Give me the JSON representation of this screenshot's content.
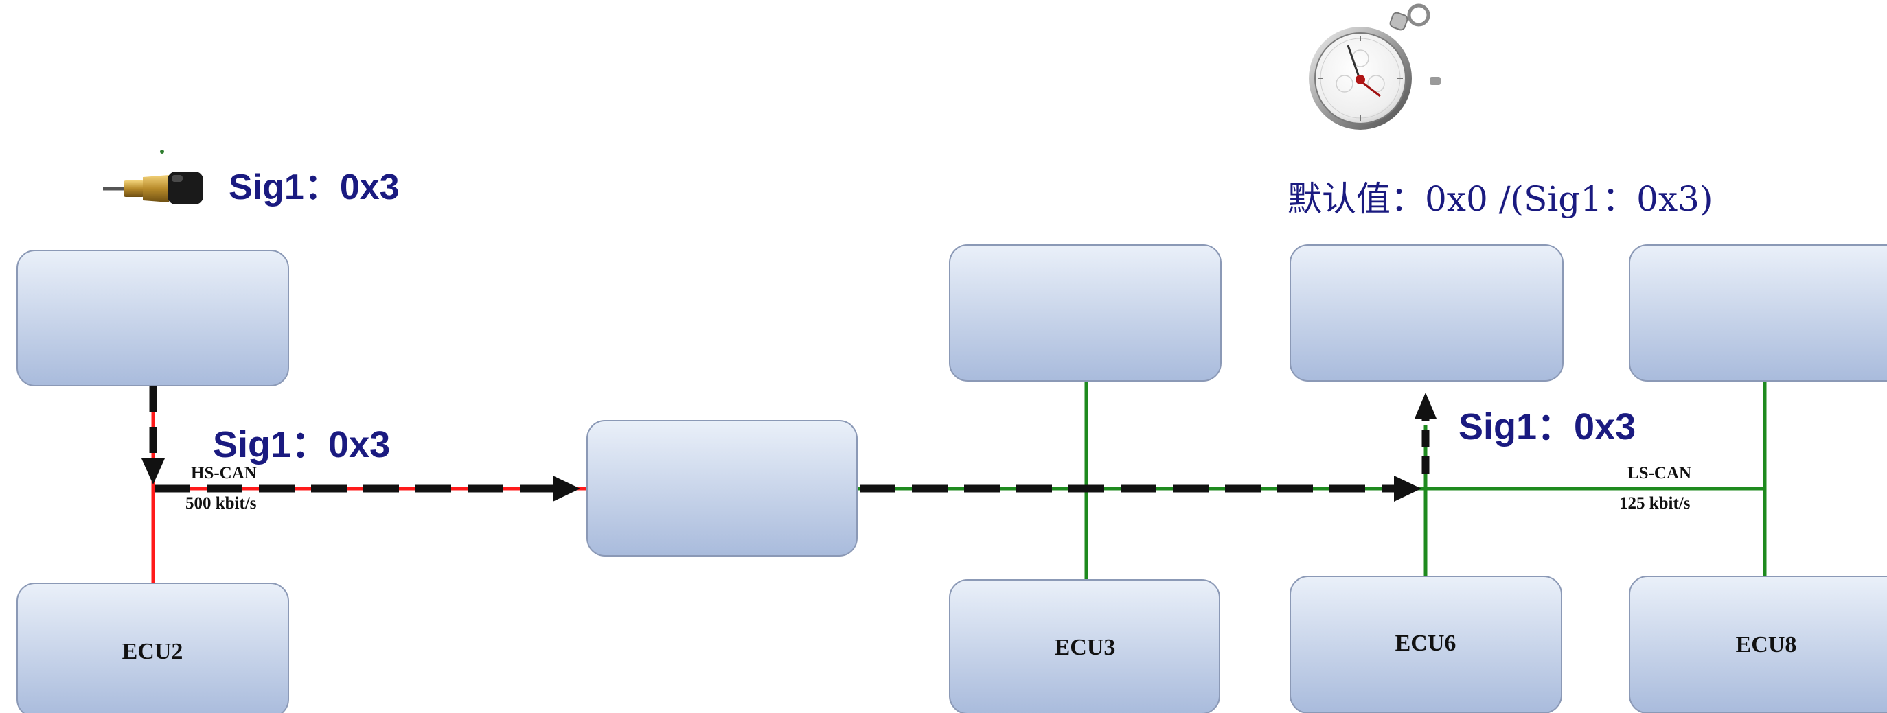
{
  "colors": {
    "hs_can": "#ff1a1a",
    "ls_can": "#1e8a1e",
    "signal": "#111111",
    "label_blue": "#1a1a80",
    "box_top": "#e8eef8",
    "box_bottom": "#aebedd",
    "box_border": "#8b99b6"
  },
  "signal_labels": {
    "sensor": "Sig1：0x3",
    "hs_path": "Sig1：0x3",
    "ecu6_path": "Sig1：0x3"
  },
  "default_value_label": "默认值：0x0 /(Sig1：0x3)",
  "buses": {
    "hs": {
      "name": "HS-CAN",
      "speed": "500 kbit/s"
    },
    "ls": {
      "name": "LS-CAN",
      "speed": "125  kbit/s"
    }
  },
  "ecus": {
    "ecu2": "ECU2",
    "ecu3": "ECU3",
    "ecu6": "ECU6",
    "ecu8": "ECU8"
  },
  "icons": {
    "sensor": "sensor-icon",
    "stopwatch": "stopwatch-icon"
  }
}
